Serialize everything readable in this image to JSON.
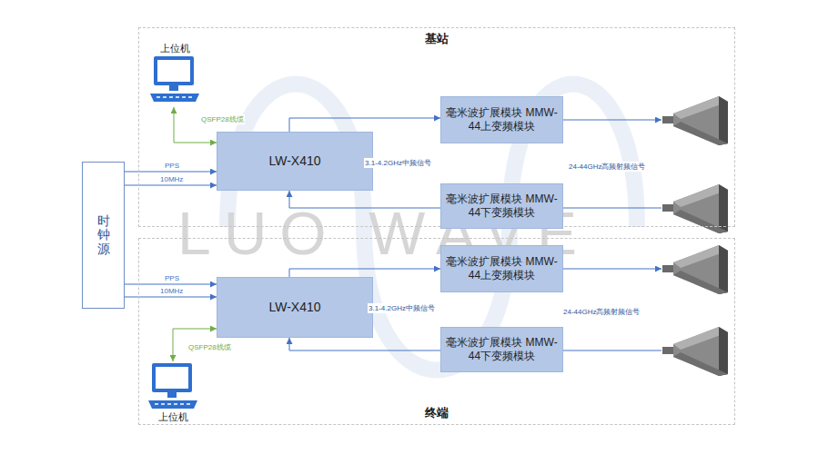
{
  "diagram": {
    "nodes": [
      {
        "text": [
          "基站"
        ]
      },
      {
        "text": [
          "上位机"
        ],
        "in": 0
      },
      {
        "text": [
          "LW-X410"
        ],
        "in": 0
      },
      {
        "text": [
          "毫米波扩展模块 MMW-44上变频模块"
        ],
        "in": 0
      },
      {
        "text": [
          "毫米波扩展模块 MMW-44下变频模块"
        ],
        "in": 0
      },
      {
        "text": [
          "终端"
        ]
      },
      {
        "text": [
          "LW-X410"
        ],
        "in": 5
      },
      {
        "text": [
          "毫米波扩展模块 MMW-44上变频模块"
        ],
        "in": 5
      },
      {
        "text": [
          "毫米波扩展模块 MMW-44下变频模块"
        ],
        "in": 5
      },
      {
        "text": [
          "上位机"
        ],
        "in": 5
      },
      {
        "text": [
          "时钟源"
        ]
      }
    ],
    "edges": [
      {
        "from": 1,
        "to": 2,
        "arrow": "both",
        "label": "QSFP28线缆"
      },
      {
        "from": 2,
        "to": 3,
        "arrow": "to"
      },
      {
        "from": 4,
        "to": 2,
        "arrow": "to"
      },
      {
        "from": 10,
        "to": 2,
        "arrow": "to",
        "label": "PPS"
      },
      {
        "from": 10,
        "to": 2,
        "arrow": "to",
        "label": "10MHz"
      },
      {
        "from": 10,
        "to": 6,
        "arrow": "to",
        "label": "PPS"
      },
      {
        "from": 10,
        "to": 6,
        "arrow": "to",
        "label": "10MHz"
      },
      {
        "from": 6,
        "to": 7,
        "arrow": "to"
      },
      {
        "from": 8,
        "to": 6,
        "arrow": "to"
      },
      {
        "from": 6,
        "to": 9,
        "arrow": "both",
        "label": "QSFP28线缆"
      }
    ],
    "labels": [
      "3.1-4.2GHz中频信号",
      "24-44GHz高频射频信号",
      "3.1-4.2GHz中频信号",
      "24-44GHz高频射频信号",
      "LUO WAVE"
    ]
  }
}
